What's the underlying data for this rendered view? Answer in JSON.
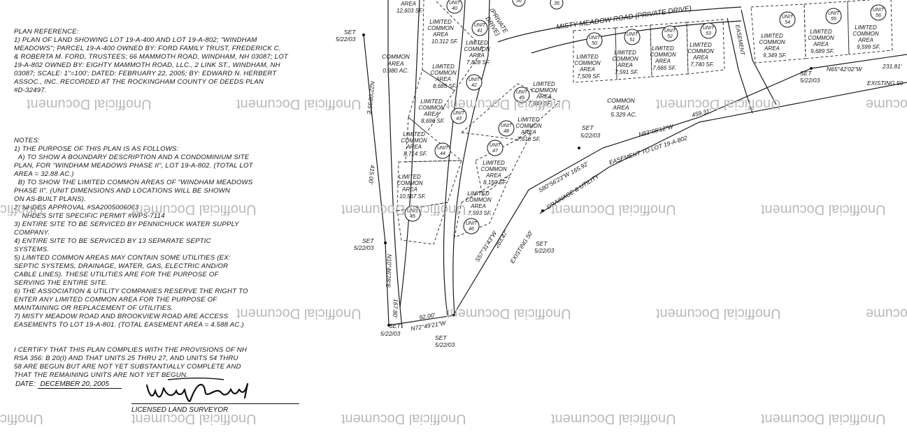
{
  "plan_reference": {
    "heading": "PLAN REFERENCE:",
    "lines": [
      "1) PLAN OF LAND SHOWING LOT 19-A-400 AND LOT 19-A-802; \"WINDHAM",
      "MEADOWS\"; PARCEL 19-A-400 OWNED BY: FORD FAMILY TRUST, FREDERICK C.",
      "& ROBERTA M. FORD, TRUSTEES; 66 MAMMOTH ROAD, WINDHAM, NH 03087; LOT",
      "19-A-802 OWNED BY: EIGHTY MAMMOTH ROAD, LLC., 2 LINK ST., WINDHAM, NH",
      "03087; SCALE: 1\"=100'; DATED: FEBRUARY 22, 2005; BY: EDWARD N. HERBERT",
      "ASSOC., INC. RECORDED AT THE ROCKINGHAM COUNTY OF DEEDS PLAN",
      "#D-32497."
    ]
  },
  "notes": {
    "heading": "NOTES:",
    "lines": [
      "1) THE PURPOSE OF THIS PLAN IS AS FOLLOWS:",
      "  A) TO SHOW A BOUNDARY DESCRIPTION AND A CONDOMINIUM SITE",
      "PLAN, FOR \"WINDHAM MEADOWS PHASE II\", LOT 19-A-802. (TOTAL LOT",
      "AREA = 32.88 AC.)",
      "  B) TO SHOW THE LIMITED COMMON AREAS OF \"WINDHAM MEADOWS",
      "PHASE II\". (UNIT DIMENSIONS AND LOCATIONS WILL BE SHOWN",
      "ON AS-BUILT PLANS).",
      "2) NHDES APPROVAL #SA2005006063",
      "    NHDES SITE SPECIFIC PERMIT #WPS-7114",
      "3) ENTIRE SITE TO BE SERVICED BY PENNICHUCK WATER SUPPLY",
      "COMPANY.",
      "4) ENTIRE SITE TO BE SERVICED BY 13 SEPARATE SEPTIC",
      "SYSTEMS.",
      "5) LIMITED COMMON AREAS MAY CONTAIN SOME UTILITIES (EX:",
      "SEPTIC SYSTEMS, DRAINAGE, WATER, GAS, ELECTRIC AND/OR",
      "CABLE LINES). THESE UTILITIES ARE FOR THE PURPOSE OF",
      "SERVING THE ENTIRE SITE.",
      "6) THE ASSOCIATION & UTILITY COMPANIES RESERVE THE RIGHT TO",
      "ENTER ANY LIMITED COMMON AREA FOR THE PURPOSE OF",
      "MAINTAINING OR REPLACEMENT OF UTILITIES.",
      "7) MISTY MEADOW ROAD AND BROOKVIEW ROAD ARE ACCESS",
      "EASEMENTS TO LOT 19-A-801. (TOTAL EASEMENT AREA = 4.588 AC.)"
    ]
  },
  "certification": {
    "lines": [
      "I CERTIFY THAT THIS PLAN COMPLIES WITH THE PROVISIONS OF NH",
      "RSA 356: B 20(I) AND THAT UNITS 25 THRU 27, AND UNITS 54 THRU",
      "58 ARE BEGUN BUT ARE NOT YET SUBSTANTIALLY COMPLETE AND",
      "THAT THE REMAINING UNITS ARE NOT YET BEGUN."
    ],
    "date_label": "DATE:",
    "date_value": "DECEMBER 20, 2005",
    "surveyor_label": "LICENSED LAND SURVEYOR"
  },
  "watermark": "Unofficial Document",
  "watermark_partials": [
    "Unoffic",
    "Docume"
  ],
  "plan": {
    "road_name": "MISTY MEADOW ROAD  (PRIVATE DRIVE)",
    "private_drive": "(PRIVATE",
    "drive": "DRIVE)",
    "easement": "EASEMENT",
    "unit_word": "UNIT",
    "lca_line1": "LIMITED",
    "lca_line2": "COMMON",
    "lca_line3": "AREA",
    "common": "COMMON",
    "area": "AREA",
    "common_area_left": "0.980 AC.",
    "common_area_mid": "5.329 AC.",
    "top_area": "AREA",
    "top_area_value": "12,603 SF.",
    "set": "SET",
    "set_date": "5/22/03",
    "bearings": {
      "b1": "N22°08'35\"E",
      "b2": "415.00'",
      "b3": "N10°46'28\"E",
      "b4": "167.80'",
      "b5": "N72°49'21\"W",
      "b6": "92.00'",
      "b7": "S57°31'43\"W",
      "b8": "283.47'",
      "b9": "EXISTING 50'",
      "b10": "S80°56'23\"W",
      "b11": "165.92'",
      "b12": "N83°08'12\"W",
      "b13": "459.31'",
      "b14": "N65°42'02\"W",
      "b15": "231.81'",
      "b16": "EXISTING 50",
      "b17": "DRAINAGE & UTILITY",
      "b18": "EASEMENT TO LOT 19-A-802"
    },
    "top_units": [
      "36",
      "35"
    ],
    "units": [
      {
        "num": "40",
        "area": ""
      },
      {
        "num": "41",
        "area": "10,312 SF."
      },
      {
        "num": "42",
        "area": "7,828 SF."
      },
      {
        "num": "42",
        "area": "8,685 SF."
      },
      {
        "num": "43",
        "area": "8,696 SF."
      },
      {
        "num": "44",
        "area": "8,714 SF."
      },
      {
        "num": "45",
        "area": "10,567 SF."
      },
      {
        "num": "46",
        "area": "7,593 SF."
      },
      {
        "num": "47",
        "area": "8,150 SF."
      },
      {
        "num": "48",
        "area": "7,618 SF."
      },
      {
        "num": "49",
        "area": "7,649 SF."
      },
      {
        "num": "50",
        "area": "7,509 SF."
      },
      {
        "num": "51",
        "area": "7,591 SF."
      },
      {
        "num": "52",
        "area": "7,666 SF."
      },
      {
        "num": "53",
        "area": "7,740 SF."
      },
      {
        "num": "54",
        "area": "9,349 SF."
      },
      {
        "num": "55",
        "area": "9,689 SF."
      },
      {
        "num": "56",
        "area": "9,599 SF."
      }
    ]
  }
}
